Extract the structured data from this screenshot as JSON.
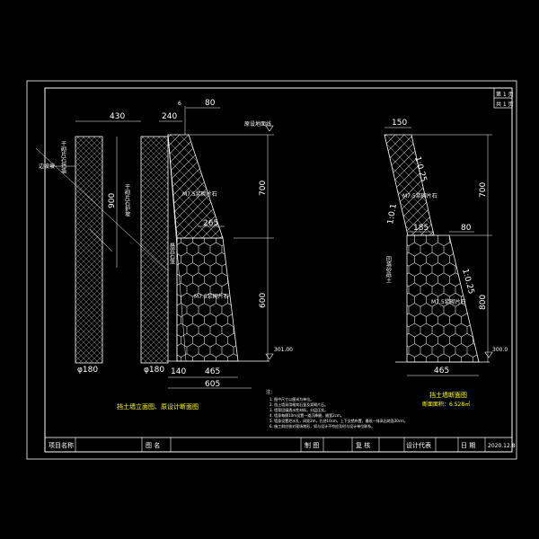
{
  "sheet": {
    "page_label": "第 1 页",
    "total_label": "共 1 页"
  },
  "title_block": {
    "project_name_label": "项目名称",
    "drawing_name_label": "图 名",
    "draw_label": "制 图",
    "review_label": "复 核",
    "designer_label": "设计代表",
    "date_label": "日 期",
    "date_value": "2020.12.8"
  },
  "left_elevation": {
    "dim_430": "430",
    "dim_240": "240",
    "dim_top_small": "6",
    "dim_80": "80",
    "dim_900": "900",
    "dim_700": "700",
    "dim_600": "600",
    "dim_265": "265",
    "dim_140": "140",
    "dim_465": "465",
    "dim_605": "605",
    "dim_phi180_a": "φ180",
    "dim_phi180_b": "φ180",
    "level_top": "原设地面线",
    "level_bottom": "301.00",
    "label_bianpo": "边坡坡",
    "label_kanshi": "干砌片石挡墙",
    "label_pianshi": "干砌片石护坡",
    "label_upper_fill": "M7.5浆砌片石",
    "label_lower_fill": "M7.5浆砌片石",
    "label_vert": "格宾石笼",
    "title": "挡土墙立面图、原设计断面图"
  },
  "right_section": {
    "dim_150": "150",
    "dim_700": "700",
    "dim_185": "185",
    "dim_80": "80",
    "dim_800": "800",
    "dim_465": "465",
    "slope_top": "1:0.25",
    "slope_left": "1:0.1",
    "slope_right": "1:0.25",
    "label_upper": "M7.5浆砌片石",
    "label_lower": "M7.5浆砌片石",
    "label_left": "回填砂砾土",
    "level_bottom": "300.0",
    "title": "挡土墙断面图",
    "subtitle": "断面面积：6.528㎡"
  },
  "notes": {
    "heading": "注：",
    "lines": [
      "1. 图中尺寸以厘米为单位。",
      "2. 挡土墙采用格宾石笼及浆砌片石。",
      "3. 墙背回填透水性材料，分层压实。",
      "4. 墙身每隔10m设置一道沉降缝，缝宽2cm。",
      "5. 墙身设置泄水孔，间距2m，孔径10cm，上下交错布置，最低一排高出地面30cm。",
      "6. 施工前应核对现场地形，如与设计不符应及时与设计单位联系。"
    ]
  }
}
